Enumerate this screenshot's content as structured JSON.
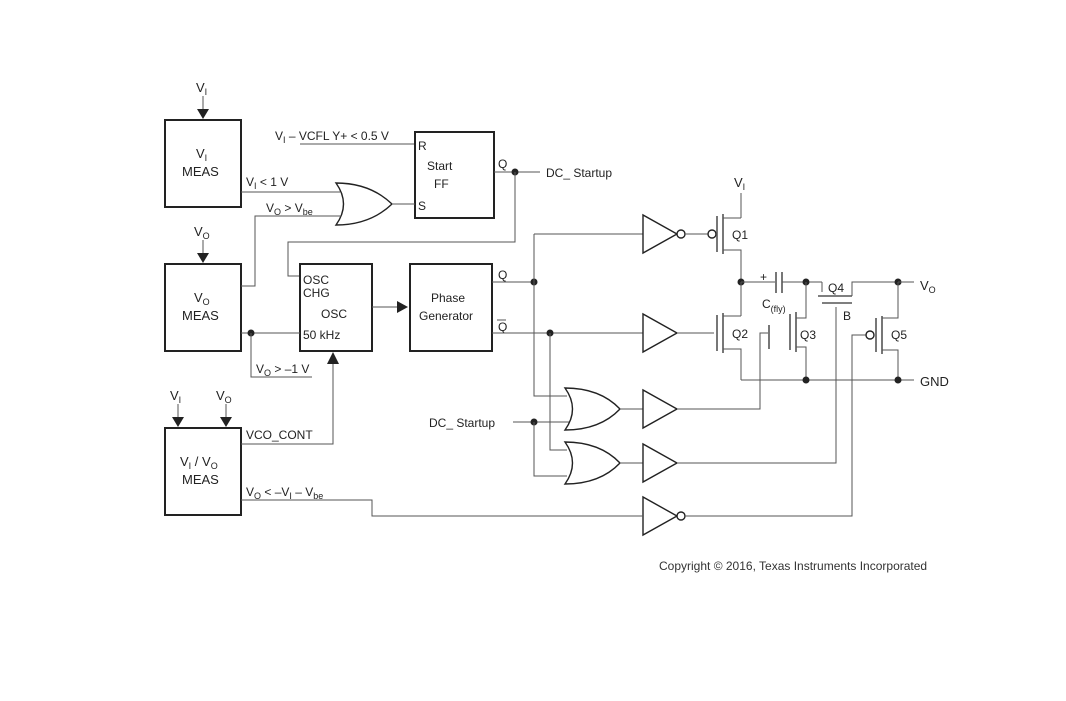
{
  "diagram": {
    "blocks": {
      "vi_meas": {
        "line1_main": "V",
        "line1_sub": "I",
        "line2": "MEAS"
      },
      "vo_meas": {
        "line1_main": "V",
        "line1_sub": "O",
        "line2": "MEAS"
      },
      "vivo_meas": {
        "a_main": "V",
        "a_sub": "I",
        "slash": " / ",
        "b_main": "V",
        "b_sub": "O",
        "line2": "MEAS"
      },
      "start_ff": {
        "line1": "Start",
        "line2": "FF",
        "pin_r": "R",
        "pin_s": "S",
        "pin_q": "Q"
      },
      "osc": {
        "pin_osc": "OSC",
        "pin_chg": "CHG",
        "label": "OSC",
        "freq": "50 kHz"
      },
      "phase_gen": {
        "line1": "Phase",
        "line2": "Generator",
        "pin_q": "Q",
        "pin_qbar": "Q"
      }
    },
    "inputs": {
      "vi_top": {
        "main": "V",
        "sub": "I"
      },
      "vo_mid": {
        "main": "V",
        "sub": "O"
      },
      "vi_bottom": {
        "main": "V",
        "sub": "I"
      },
      "vo_bottom": {
        "main": "V",
        "sub": "O"
      }
    },
    "signals": {
      "vi_vcfl": {
        "a_main": "V",
        "a_sub": "I",
        "rest": " – VCFL  Y+ < 0.5 V"
      },
      "vi_lt_1v": {
        "a_main": "V",
        "a_sub": "I",
        "rest": " < 1 V"
      },
      "vo_gt_vbe": {
        "a_main": "V",
        "a_sub": "O",
        "mid": " > V",
        "b_sub": "be"
      },
      "vo_gt_m1v": {
        "a_main": "V",
        "a_sub": "O",
        "rest": " > –1 V"
      },
      "vco_cont": "VCO_CONT",
      "vo_lt": {
        "a_main": "V",
        "a_sub": "O",
        "mid": " < –V",
        "b_sub": "I",
        "mid2": " – V",
        "c_sub": "be"
      },
      "dc_startup_out": "DC_ Startup",
      "dc_startup_in": "DC_ Startup"
    },
    "power": {
      "q1": "Q1",
      "q2": "Q2",
      "q3": "Q3",
      "q4": "Q4",
      "q5": "Q5",
      "vi_rail": {
        "main": "V",
        "sub": "I"
      },
      "vo_out": {
        "main": "V",
        "sub": "O"
      },
      "gnd": "GND",
      "cfly": {
        "main": "C",
        "sub": "(fly)"
      },
      "plus": "+",
      "b": "B"
    },
    "copyright": "Copyright © 2016, Texas Instruments Incorporated"
  }
}
